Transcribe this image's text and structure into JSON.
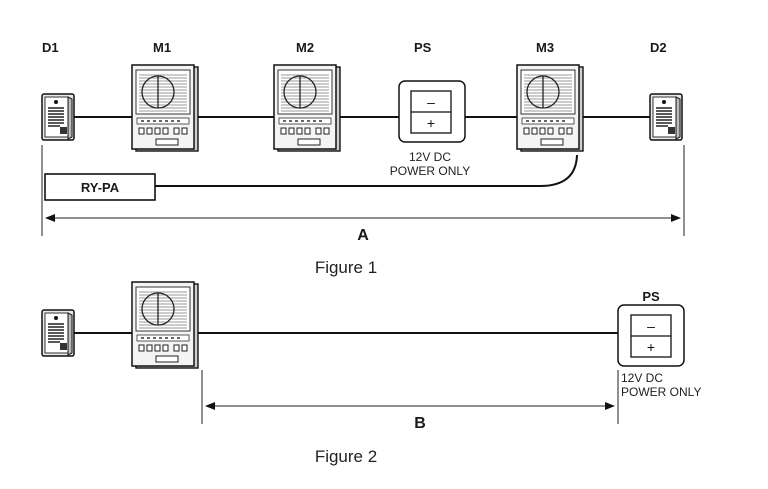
{
  "figure1": {
    "labels": {
      "d1": "D1",
      "m1": "M1",
      "m2": "M2",
      "ps": "PS",
      "m3": "M3",
      "d2": "D2"
    },
    "rypa_label": "RY-PA",
    "ps_minus": "–",
    "ps_plus": "+",
    "ps_note_line1": "12V DC",
    "ps_note_line2": "POWER ONLY",
    "dimension_label": "A",
    "caption": "Figure 1"
  },
  "figure2": {
    "ps_label": "PS",
    "ps_minus": "–",
    "ps_plus": "+",
    "ps_note_line1": "12V DC",
    "ps_note_line2": "POWER ONLY",
    "dimension_label": "B",
    "caption": "Figure 2"
  },
  "colors": {
    "line": "#111111",
    "device_fill": "#f3f3f3",
    "device_shade": "#d9d9d9"
  }
}
